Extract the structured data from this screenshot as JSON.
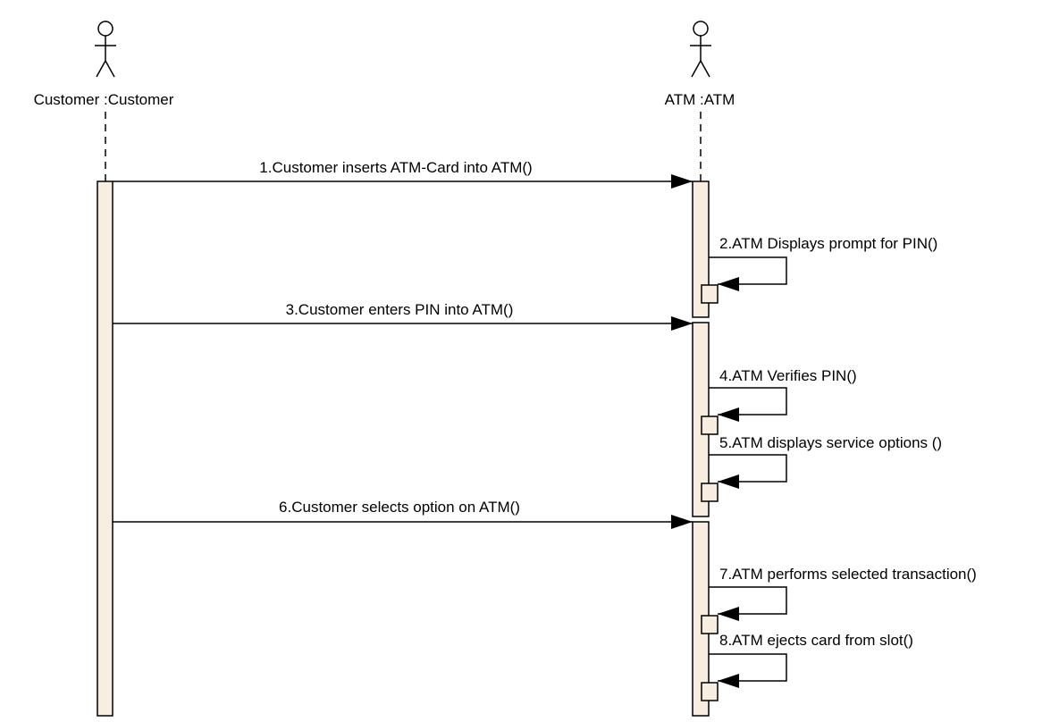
{
  "diagram_type": "UML sequence diagram",
  "lifelines": [
    {
      "id": "customer",
      "label": "Customer :Customer",
      "kind": "actor"
    },
    {
      "id": "atm",
      "label": "ATM :ATM",
      "kind": "actor"
    }
  ],
  "messages": [
    {
      "number": 1,
      "label": "1.Customer inserts ATM-Card into ATM()",
      "from": "customer",
      "to": "atm",
      "kind": "call"
    },
    {
      "number": 2,
      "label": "2.ATM Displays prompt for PIN()",
      "from": "atm",
      "to": "atm",
      "kind": "self"
    },
    {
      "number": 3,
      "label": "3.Customer enters PIN into ATM()",
      "from": "customer",
      "to": "atm",
      "kind": "call"
    },
    {
      "number": 4,
      "label": "4.ATM Verifies PIN()",
      "from": "atm",
      "to": "atm",
      "kind": "self"
    },
    {
      "number": 5,
      "label": "5.ATM displays service options ()",
      "from": "atm",
      "to": "atm",
      "kind": "self"
    },
    {
      "number": 6,
      "label": "6.Customer selects option on ATM()",
      "from": "customer",
      "to": "atm",
      "kind": "call"
    },
    {
      "number": 7,
      "label": "7.ATM performs selected transaction()",
      "from": "atm",
      "to": "atm",
      "kind": "self"
    },
    {
      "number": 8,
      "label": "8.ATM ejects card from slot()",
      "from": "atm",
      "to": "atm",
      "kind": "self"
    }
  ],
  "colors": {
    "activation_fill": "#f8ede1",
    "line": "#000000",
    "background": "#ffffff"
  }
}
